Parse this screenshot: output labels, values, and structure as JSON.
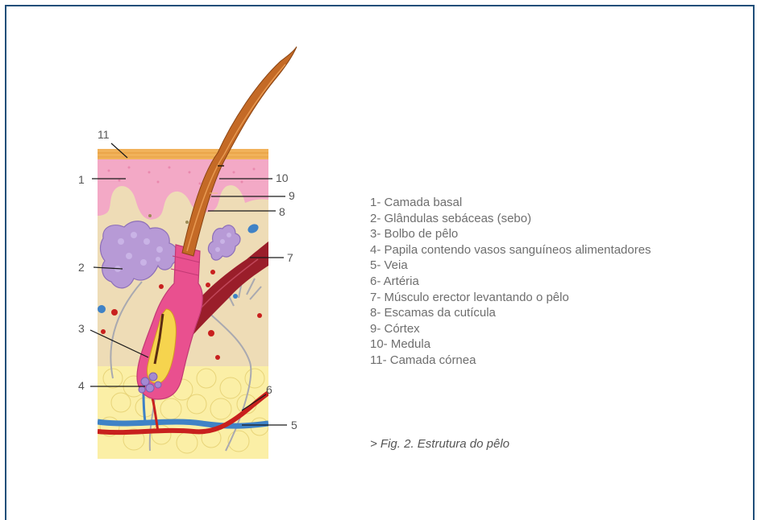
{
  "legend": [
    "1- Camada basal",
    "2- Glândulas sebáceas (sebo)",
    "3- Bolbo de pêlo",
    "4- Papila contendo vasos sanguíneos alimentadores",
    "5- Veia",
    "6- Artéria",
    "7- Músculo erector levantando o pêlo",
    "8- Escamas da cutícula",
    "9- Córtex",
    "10- Medula",
    "11- Camada córnea"
  ],
  "markers": {
    "m1": "1",
    "m2": "2",
    "m3": "3",
    "m4": "4",
    "m5": "5",
    "m6": "6",
    "m7": "7",
    "m8": "8",
    "m9": "9",
    "m10": "10",
    "m11": "11"
  },
  "caption": "> Fig. 2. Estrutura do pêlo",
  "colors": {
    "frame": "#1f4e79",
    "stratum_corneum": "#f1b25a",
    "epidermis": "#f3a9c6",
    "dermis": "#eedcb6",
    "fat": "#fbefa6",
    "sebaceous_gland": "#b79ad6",
    "hair": "#c46a26",
    "follicle": "#e9508f",
    "muscle": "#9a1e2a",
    "vein": "#3f82c6",
    "artery": "#c8201e"
  }
}
